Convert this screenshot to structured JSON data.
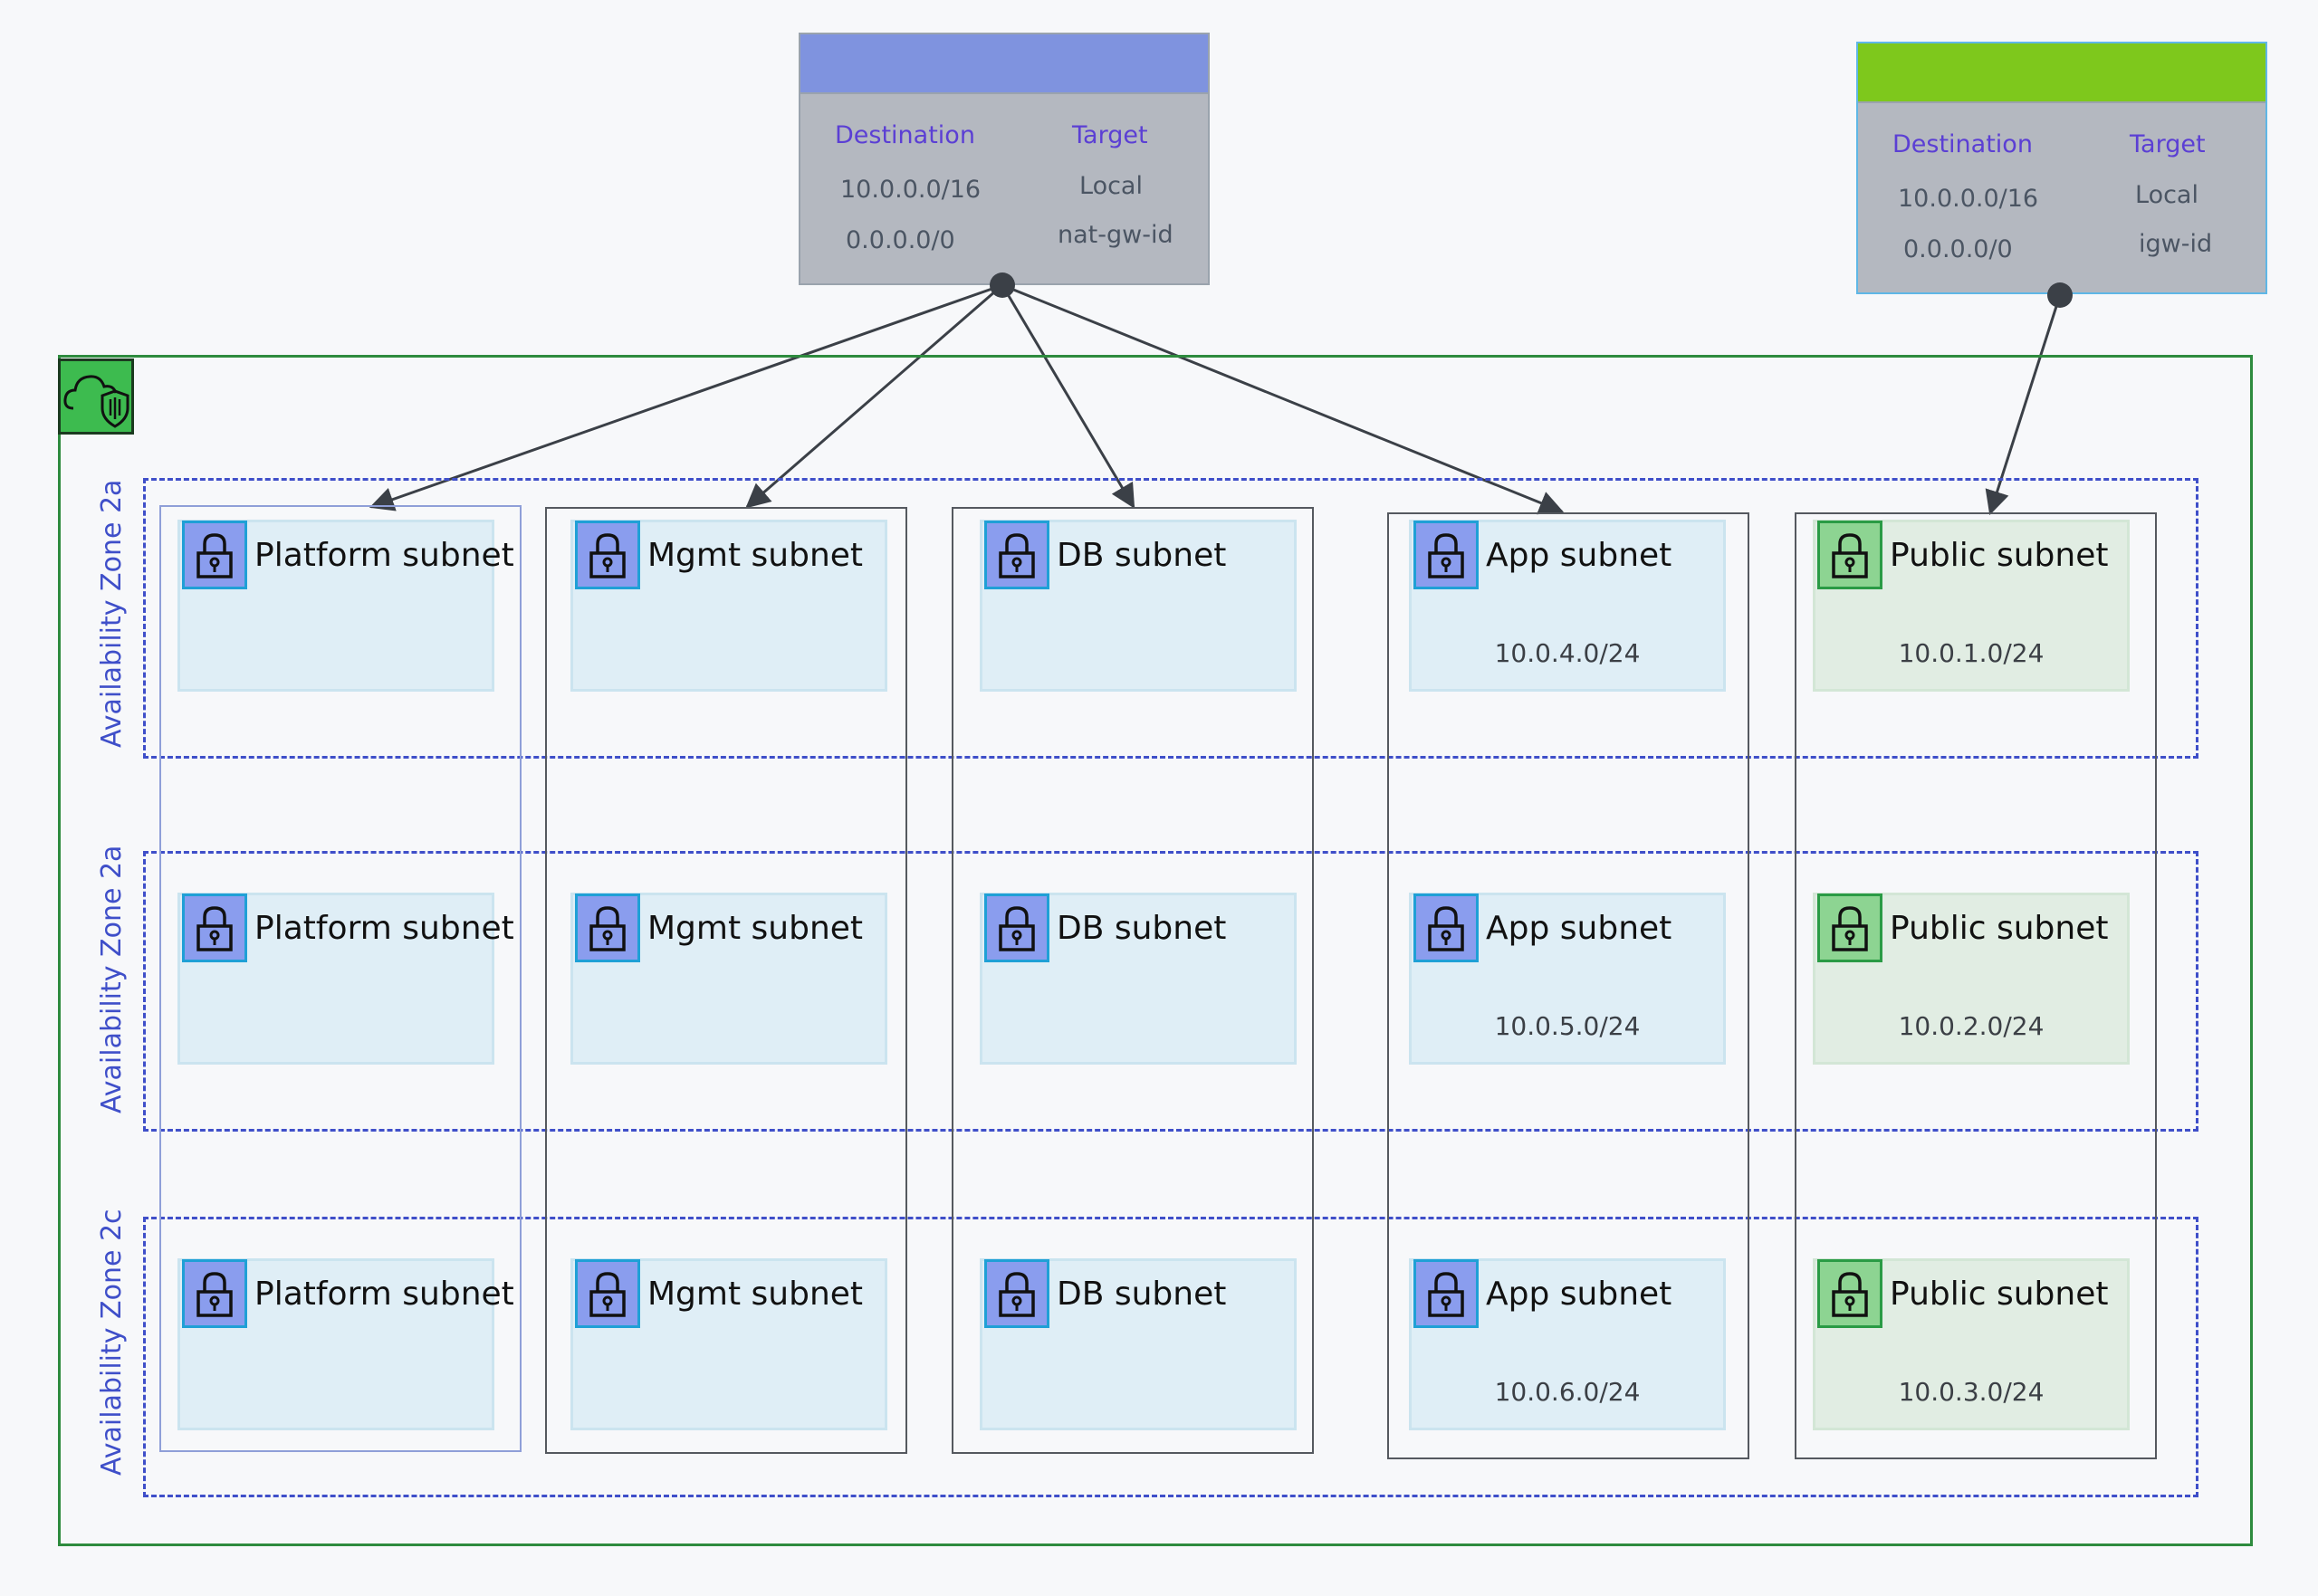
{
  "route_tables": [
    {
      "header_color": "#7f93df",
      "col_destination": "Destination",
      "col_target": "Target",
      "rows": [
        {
          "destination": "10.0.0.0/16",
          "target": "Local"
        },
        {
          "destination": "0.0.0.0/0",
          "target": "nat-gw-id"
        }
      ]
    },
    {
      "header_color": "#7ec81c",
      "col_destination": "Destination",
      "col_target": "Target",
      "rows": [
        {
          "destination": "10.0.0.0/16",
          "target": "Local"
        },
        {
          "destination": "0.0.0.0/0",
          "target": "igw-id"
        }
      ]
    }
  ],
  "vpc": {
    "icon": "vpc-cloud-shield-icon"
  },
  "availability_zones": [
    {
      "label": "Availability Zone 2a"
    },
    {
      "label": "Availability Zone 2a"
    },
    {
      "label": "Availability Zone 2c"
    }
  ],
  "subnets": [
    [
      {
        "name": "Platform subnet",
        "cidr": ""
      },
      {
        "name": "Mgmt subnet",
        "cidr": ""
      },
      {
        "name": "DB subnet",
        "cidr": ""
      },
      {
        "name": "App subnet",
        "cidr": "10.0.4.0/24"
      },
      {
        "name": "Public subnet",
        "cidr": "10.0.1.0/24"
      }
    ],
    [
      {
        "name": "Platform subnet",
        "cidr": ""
      },
      {
        "name": "Mgmt subnet",
        "cidr": ""
      },
      {
        "name": "DB subnet",
        "cidr": ""
      },
      {
        "name": "App subnet",
        "cidr": "10.0.5.0/24"
      },
      {
        "name": "Public subnet",
        "cidr": "10.0.2.0/24"
      }
    ],
    [
      {
        "name": "Platform subnet",
        "cidr": ""
      },
      {
        "name": "Mgmt subnet",
        "cidr": ""
      },
      {
        "name": "DB subnet",
        "cidr": ""
      },
      {
        "name": "App subnet",
        "cidr": "10.0.6.0/24"
      },
      {
        "name": "Public subnet",
        "cidr": "10.0.3.0/24"
      }
    ]
  ],
  "icons": {
    "subnet": "lock-icon"
  }
}
